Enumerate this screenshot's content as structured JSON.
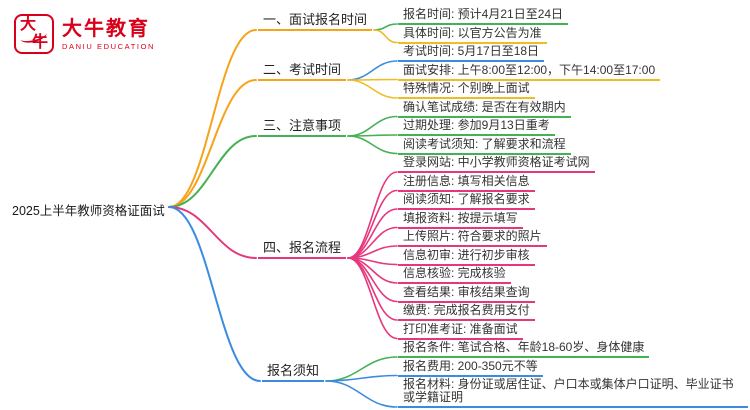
{
  "brand": {
    "seal_char1": "大",
    "seal_char2": "牛",
    "name": "大牛教育",
    "subtitle": "DANIU EDUCATION",
    "color": "#d9001b"
  },
  "central": {
    "label": "2025上半年教师资格证面试"
  },
  "palette": {
    "red": "#d9001b",
    "orange": "#f7a21b",
    "yellow": "#efbc25",
    "green": "#45b154",
    "magenta": "#e6377d",
    "blue": "#3b8ce0"
  },
  "branches": [
    {
      "label": "一、面试报名时间",
      "color": "orange",
      "children": [
        {
          "label": "报名时间: 预计4月21日至24日",
          "color": "green"
        },
        {
          "label": "具体时间: 以官方公告为准",
          "color": "yellow"
        }
      ]
    },
    {
      "label": "二、考试时间",
      "color": "orange",
      "children": [
        {
          "label": "考试时间: 5月17日至18日",
          "color": "blue"
        },
        {
          "label": "面试安排: 上午8:00至12:00，下午14:00至17:00",
          "color": "yellow"
        },
        {
          "label": "特殊情况: 个别晚上面试",
          "color": "yellow"
        }
      ]
    },
    {
      "label": "三、注意事项",
      "color": "green",
      "children": [
        {
          "label": "确认笔试成绩: 是否在有效期内",
          "color": "green"
        },
        {
          "label": "过期处理: 参加9月13日重考",
          "color": "green"
        },
        {
          "label": "阅读考试须知: 了解要求和流程",
          "color": "green"
        }
      ]
    },
    {
      "label": "四、报名流程",
      "color": "magenta",
      "children": [
        {
          "label": "登录网站: 中小学教师资格证考试网",
          "color": "magenta"
        },
        {
          "label": "注册信息: 填写相关信息",
          "color": "magenta"
        },
        {
          "label": "阅读须知: 了解报名要求",
          "color": "magenta"
        },
        {
          "label": "填报资料: 按提示填写",
          "color": "magenta"
        },
        {
          "label": "上传照片: 符合要求的照片",
          "color": "magenta"
        },
        {
          "label": "信息初审: 进行初步审核",
          "color": "magenta"
        },
        {
          "label": "信息核验: 完成核验",
          "color": "magenta"
        },
        {
          "label": "查看结果: 审核结果查询",
          "color": "magenta"
        },
        {
          "label": "缴费: 完成报名费用支付",
          "color": "magenta"
        },
        {
          "label": "打印准考证: 准备面试",
          "color": "magenta"
        }
      ]
    },
    {
      "label": "报名须知",
      "color": "blue",
      "children": [
        {
          "label": "报名条件: 笔试合格、年龄18-60岁、身体健康",
          "color": "green"
        },
        {
          "label": "报名费用: 200-350元不等",
          "color": "blue"
        },
        {
          "label": "报名材料: 身份证或居住证、户口本或集体户口证明、毕业证书或学籍证明",
          "color": "blue"
        }
      ]
    }
  ]
}
